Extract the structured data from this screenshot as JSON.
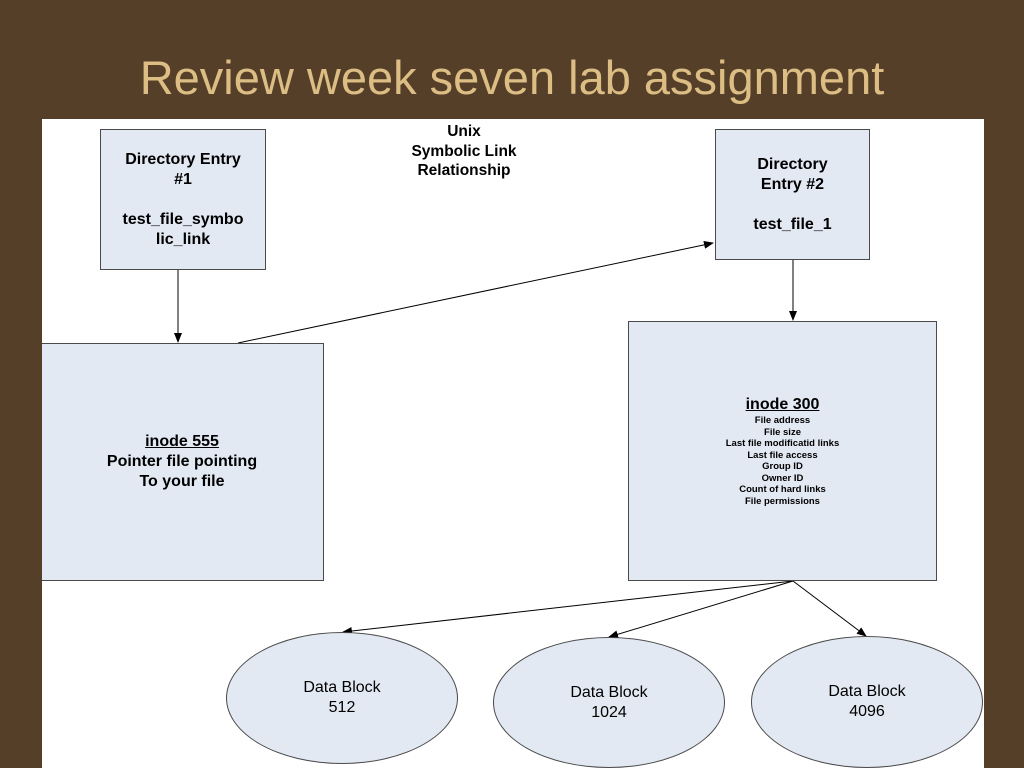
{
  "slide": {
    "title": "Review week seven lab assignment"
  },
  "diagram": {
    "caption": [
      "Unix",
      "Symbolic Link",
      "Relationship"
    ],
    "dir_entry_1": {
      "title": [
        "Directory Entry",
        "#1"
      ],
      "name": [
        "test_file_symbo",
        "lic_link"
      ]
    },
    "dir_entry_2": {
      "title": [
        "Directory",
        "Entry #2"
      ],
      "name": "test_file_1"
    },
    "inode_555": {
      "title": "inode 555",
      "lines": [
        "Pointer file pointing",
        "To your file"
      ]
    },
    "inode_300": {
      "title": "inode 300",
      "attributes": [
        "File address",
        "File size",
        "Last file modificatid links",
        "Last file access",
        "Group ID",
        "Owner ID",
        "Count of hard links",
        "File permissions"
      ]
    },
    "data_blocks": [
      {
        "label": "Data Block",
        "size": "512"
      },
      {
        "label": "Data Block",
        "size": "1024"
      },
      {
        "label": "Data Block",
        "size": "4096"
      }
    ],
    "colors": {
      "background": "#553f29",
      "title": "#dcbe85",
      "box_fill": "#e3e9f3",
      "canvas": "#ffffff"
    }
  }
}
